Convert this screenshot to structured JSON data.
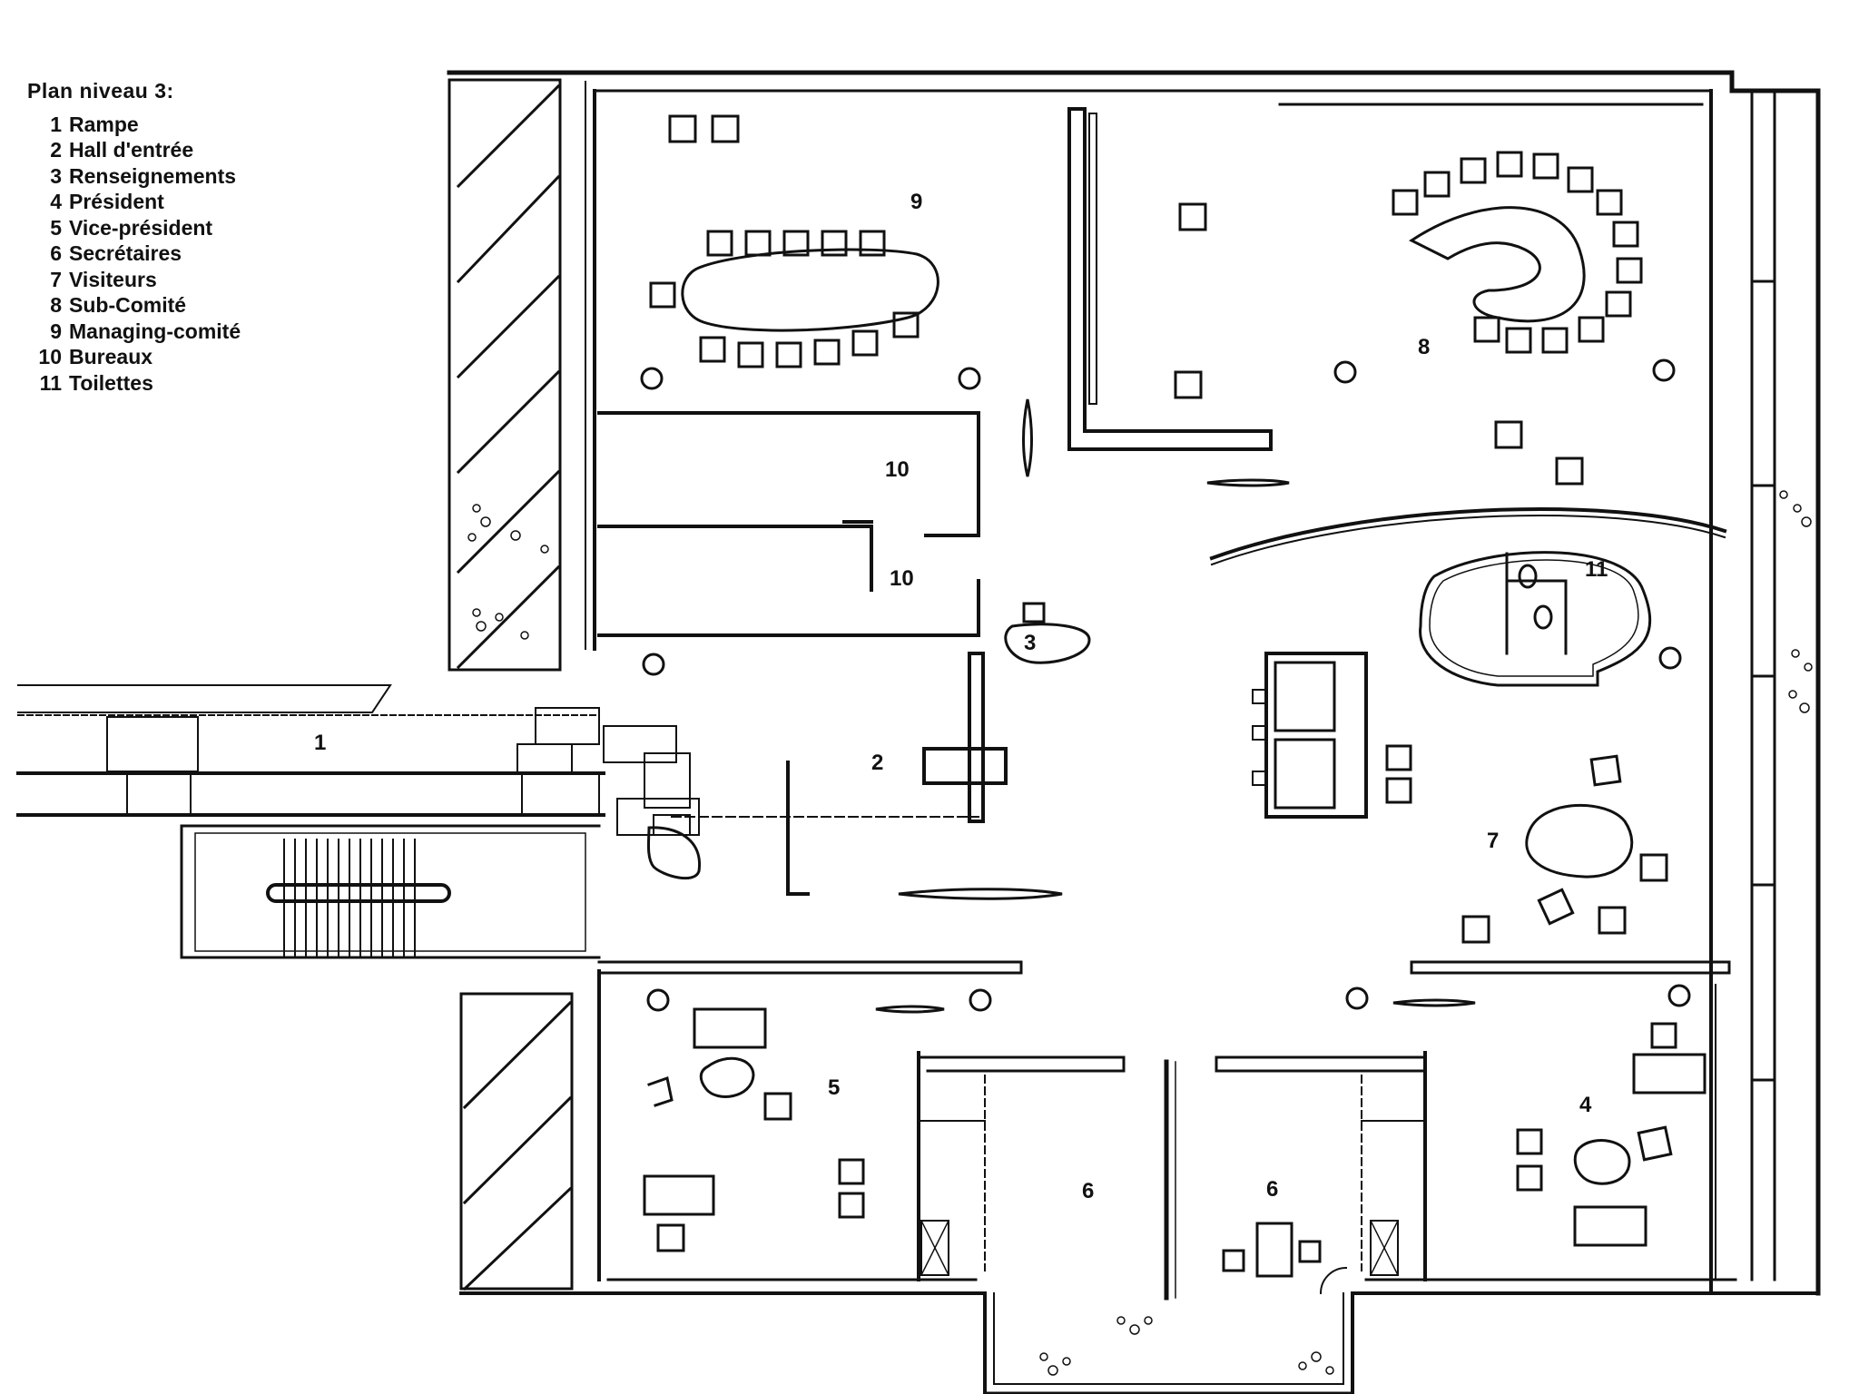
{
  "legend": {
    "title": "Plan niveau 3:",
    "items": [
      {
        "num": "1",
        "label": "Rampe"
      },
      {
        "num": "2",
        "label": "Hall d'entrée"
      },
      {
        "num": "3",
        "label": "Renseignements"
      },
      {
        "num": "4",
        "label": "Président"
      },
      {
        "num": "5",
        "label": "Vice-président"
      },
      {
        "num": "6",
        "label": "Secrétaires"
      },
      {
        "num": "7",
        "label": "Visiteurs"
      },
      {
        "num": "8",
        "label": "Sub-Comité"
      },
      {
        "num": "9",
        "label": "Managing-comité"
      },
      {
        "num": "10",
        "label": "Bureaux"
      },
      {
        "num": "11",
        "label": "Toilettes"
      }
    ]
  },
  "plan_labels": {
    "rampe": "1",
    "hall": "2",
    "renseignements": "3",
    "president": "4",
    "vice_president": "5",
    "secretaires_left": "6",
    "secretaires_right": "6",
    "visiteurs": "7",
    "sub_comite": "8",
    "managing_comite": "9",
    "bureaux_upper": "10",
    "bureaux_lower": "10",
    "toilettes": "11"
  },
  "colors": {
    "ink": "#111111",
    "paper": "#ffffff"
  }
}
